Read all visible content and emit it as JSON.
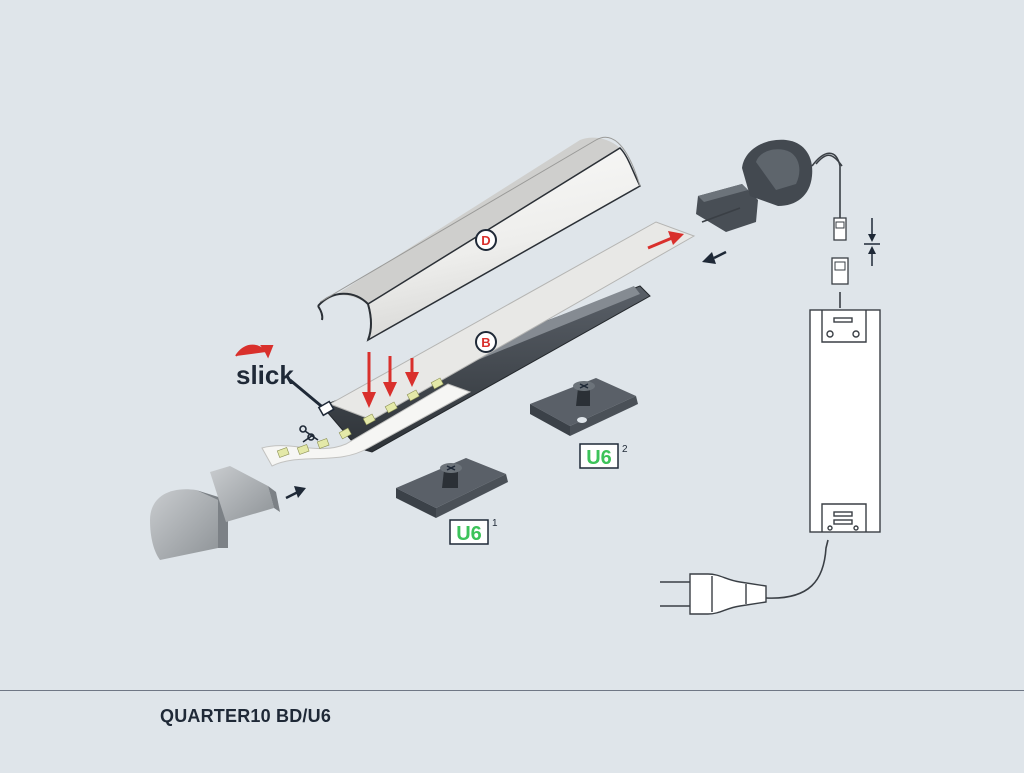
{
  "labels": {
    "diffuser": "D",
    "base": "B",
    "clip1": "U6",
    "clip1_index": "1",
    "clip2": "U6",
    "clip2_index": "2"
  },
  "brand": {
    "slick": "slick"
  },
  "footer": {
    "product_title": "QUARTER10 BD/U6"
  },
  "colors": {
    "background": "#dfe5ea",
    "profile_dark": "#3b4148",
    "diffuser": "#f2f2f0",
    "accent_red": "#d9302c",
    "badge_green": "#3cc35a",
    "text_dark": "#1f2937"
  },
  "icons": [
    "scissors-icon",
    "arrow-icon",
    "screw-icon",
    "plug-icon",
    "led-chip-icon"
  ]
}
